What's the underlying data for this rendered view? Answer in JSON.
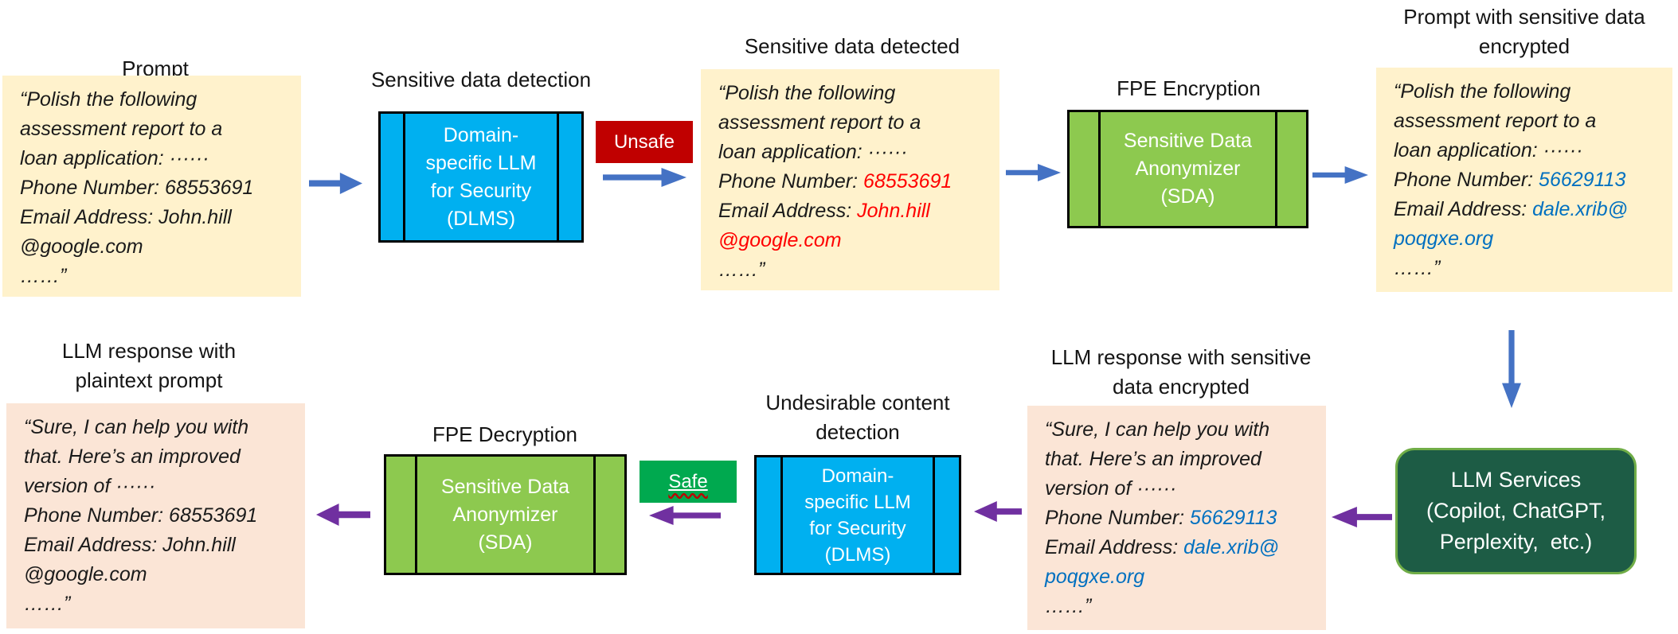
{
  "colors": {
    "cream_fill": "#FFF2CC",
    "peach_fill": "#FBE5D6",
    "process_blue_fill": "#00B0F0",
    "process_green_fill": "#8DC94F",
    "unsafe_red": "#C00000",
    "safe_green": "#00A94F",
    "llm_services_fill": "#1D5C45",
    "llm_services_border": "#70AD47",
    "arrow_blue": "#4472C4",
    "arrow_purple": "#7030A0",
    "sensitive_text_red": "#FF0000",
    "encrypted_text_blue": "#0070C0"
  },
  "top": {
    "prompt": {
      "title": "Prompt",
      "lines": [
        "“Polish the following",
        "assessment report to a",
        "loan application: ······"
      ],
      "phone_label": "Phone Number: ",
      "phone_value": "68553691",
      "email_label": "Email Address: ",
      "email_value": "John.hill",
      "email_value2": "@google.com",
      "ellipsis": "……”"
    },
    "detection": {
      "title": "Sensitive data detection",
      "box_lines": [
        "Domain-",
        "specific LLM",
        "for Security",
        "(DLMS)"
      ]
    },
    "unsafe_label": "Unsafe",
    "detected": {
      "title": "Sensitive data detected",
      "lines": [
        "“Polish the following",
        "assessment report to a",
        "loan application: ······"
      ],
      "phone_label": "Phone Number: ",
      "phone_value": "68553691",
      "email_label": "Email Address: ",
      "email_value": "John.hill",
      "email_value2": "@google.com",
      "ellipsis": "……”"
    },
    "fpe_encryption": {
      "title": "FPE Encryption",
      "box_lines": [
        "Sensitive Data",
        "Anonymizer",
        "(SDA)"
      ]
    },
    "encrypted_prompt": {
      "title_line1": "Prompt with sensitive data",
      "title_line2": "encrypted",
      "lines": [
        "“Polish the following",
        "assessment report to a",
        "loan application: ······"
      ],
      "phone_label": "Phone Number: ",
      "phone_value": "56629113",
      "email_label": "Email Address: ",
      "email_value": "dale.xrib@",
      "email_value2": "poqgxe.org",
      "ellipsis": "……”"
    }
  },
  "bottom": {
    "llm_services": {
      "lines": [
        "LLM Services",
        "(Copilot, ChatGPT,",
        "Perplexity,  etc.)"
      ]
    },
    "encrypted_response": {
      "title_line1": "LLM response with sensitive",
      "title_line2": "data encrypted",
      "lines": [
        "“Sure, I can help you with",
        "that. Here’s an improved",
        "version of ······"
      ],
      "phone_label": "Phone Number: ",
      "phone_value": "56629113",
      "email_label": "Email Address: ",
      "email_value": "dale.xrib@",
      "email_value2": "poqgxe.org",
      "ellipsis": "……”"
    },
    "undesirable": {
      "title_line1": "Undesirable content",
      "title_line2": "detection",
      "box_lines": [
        "Domain-",
        "specific LLM",
        "for Security",
        "(DLMS)"
      ]
    },
    "safe_label": "Safe",
    "fpe_decryption": {
      "title": "FPE Decryption",
      "box_lines": [
        "Sensitive Data",
        "Anonymizer",
        "(SDA)"
      ]
    },
    "plaintext_response": {
      "title_line1": "LLM response with",
      "title_line2": "plaintext prompt",
      "lines": [
        "“Sure, I can help you with",
        "that. Here’s an improved",
        "version of ······"
      ],
      "phone_label": "Phone Number: ",
      "phone_value": "68553691",
      "email_label": "Email Address: ",
      "email_value": "John.hill",
      "email_value2": "@google.com",
      "ellipsis": "……”"
    }
  }
}
